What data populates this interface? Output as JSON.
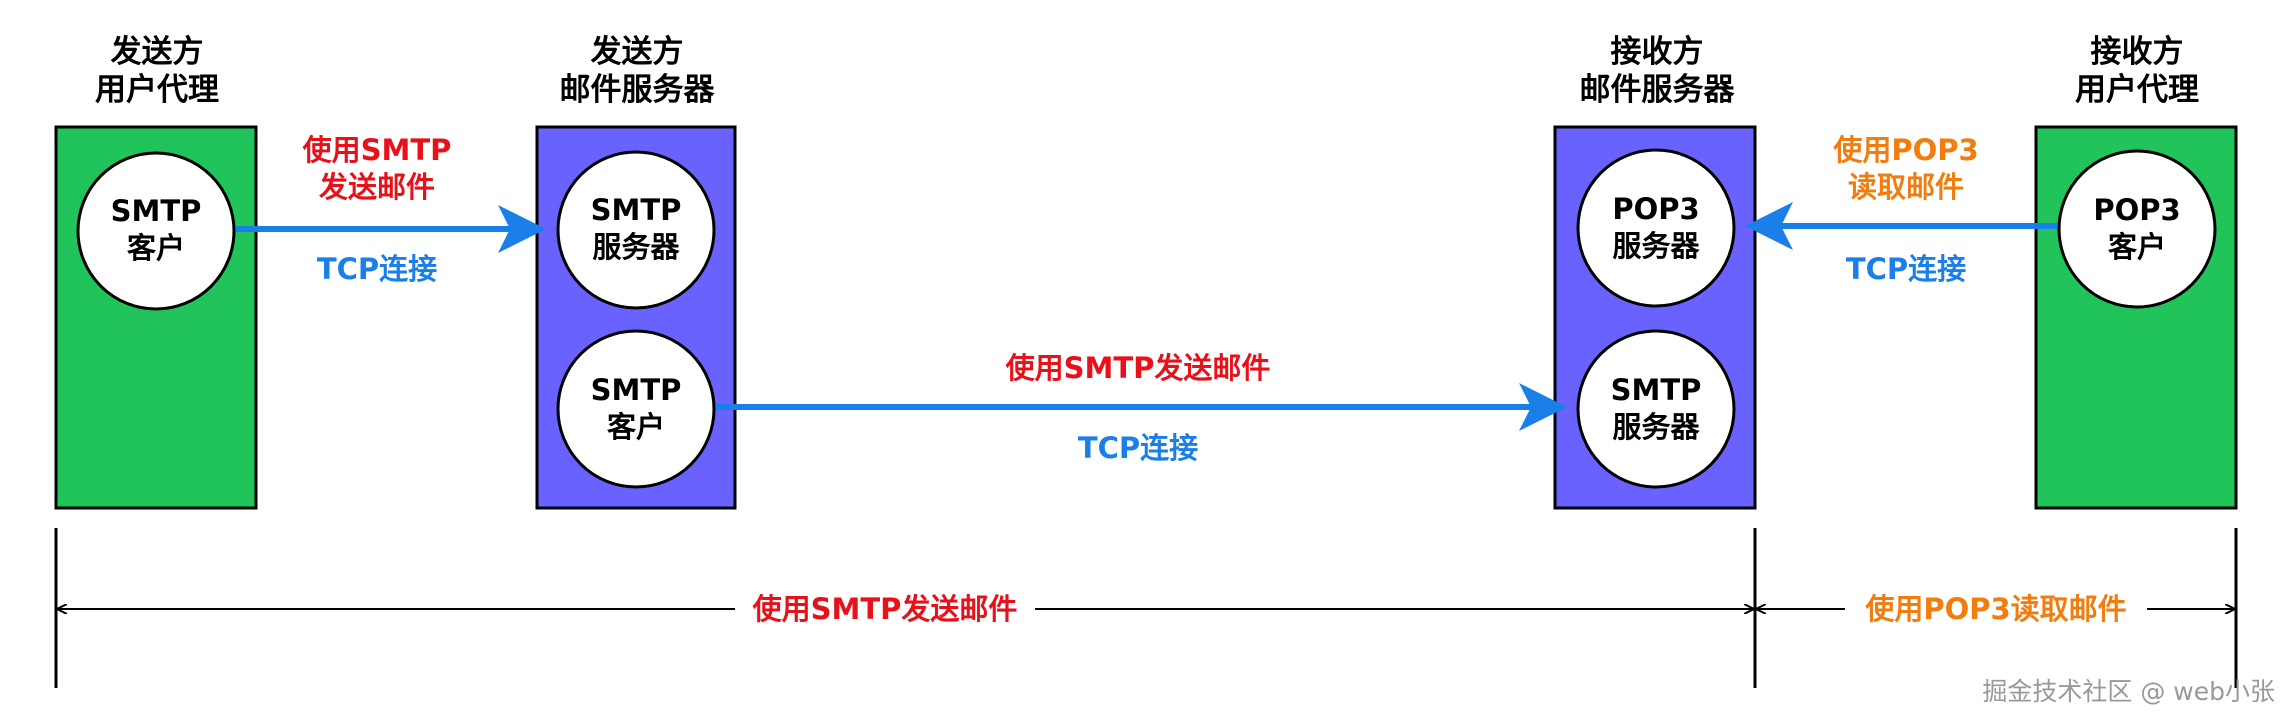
{
  "colors": {
    "green_box": "#21c45b",
    "purple_box": "#6a62ff",
    "outline": "#000000",
    "circle_fill": "#ffffff",
    "arrow_blue": "#1a7fe8",
    "red_label": "#e8111a",
    "blue_label": "#1a7fe8",
    "orange_label": "#f07d0e",
    "watermark": "#999999"
  },
  "entities": {
    "sender_agent": {
      "title_line1": "发送方",
      "title_line2": "用户代理",
      "circle_line1": "SMTP",
      "circle_line2": "客户"
    },
    "sender_server": {
      "title_line1": "发送方",
      "title_line2": "邮件服务器",
      "top_circle_line1": "SMTP",
      "top_circle_line2": "服务器",
      "bottom_circle_line1": "SMTP",
      "bottom_circle_line2": "客户"
    },
    "receiver_server": {
      "title_line1": "接收方",
      "title_line2": "邮件服务器",
      "top_circle_line1": "POP3",
      "top_circle_line2": "服务器",
      "bottom_circle_line1": "SMTP",
      "bottom_circle_line2": "服务器"
    },
    "receiver_agent": {
      "title_line1": "接收方",
      "title_line2": "用户代理",
      "circle_line1": "POP3",
      "circle_line2": "客户"
    }
  },
  "arrows": {
    "agent_to_server": {
      "label_line1": "使用SMTP",
      "label_line2": "发送邮件",
      "sub_label": "TCP连接"
    },
    "server_to_server": {
      "label": "使用SMTP发送邮件",
      "sub_label": "TCP连接"
    },
    "server_to_agent": {
      "label_line1": "使用POP3",
      "label_line2": "读取邮件",
      "sub_label": "TCP连接"
    }
  },
  "spans": {
    "smtp_span": "使用SMTP发送邮件",
    "pop3_span": "使用POP3读取邮件"
  },
  "watermark": "掘金技术社区 @ web小张"
}
